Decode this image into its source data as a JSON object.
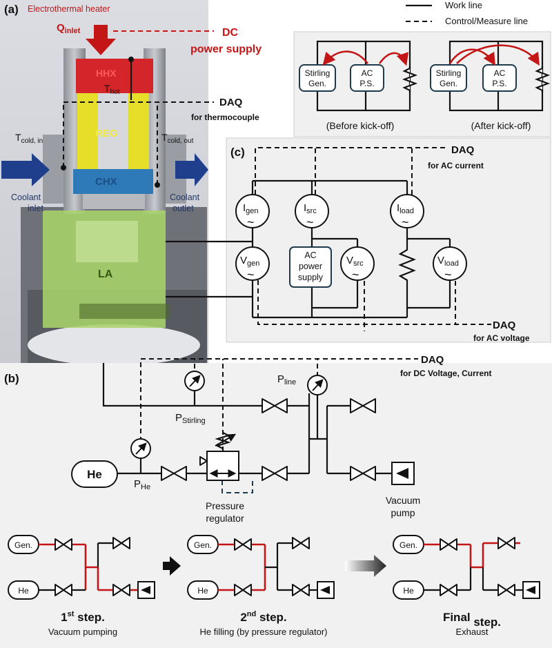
{
  "legend": {
    "work_line": "Work line",
    "control_line": "Control/Measure line"
  },
  "panel_a": {
    "label": "(a)",
    "heater": "Electrothermal heater",
    "q_inlet": "Q",
    "q_inlet_sub": "inlet",
    "dc_supply_line1": "DC",
    "dc_supply_line2": "power supply",
    "hhx": "HHX",
    "t_hot": "T",
    "t_hot_sub": "hot",
    "reg": "REG",
    "chx": "CHX",
    "la": "LA",
    "t_cold_in": "T",
    "t_cold_in_sub": "cold, in",
    "t_cold_out": "T",
    "t_cold_out_sub": "cold, out",
    "daq": "DAQ",
    "daq_sub": "for thermocouple",
    "coolant_inlet_1": "Coolant",
    "coolant_inlet_2": "inlet",
    "coolant_outlet_1": "Coolant",
    "coolant_outlet_2": "outlet"
  },
  "kickoff": {
    "stirling_1": "Stirling",
    "stirling_2": "Gen.",
    "ac_1": "AC",
    "ac_2": "P.S.",
    "before": "(Before kick-off)",
    "after": "(After kick-off)"
  },
  "panel_c": {
    "label": "(c)",
    "daq_current": "DAQ",
    "daq_current_sub": "for AC current",
    "daq_voltage": "DAQ",
    "daq_voltage_sub": "for AC voltage",
    "i_gen": "I",
    "i_gen_sub": "gen",
    "i_src": "I",
    "i_src_sub": "src",
    "i_load": "I",
    "i_load_sub": "load",
    "v_gen": "V",
    "v_gen_sub": "gen",
    "v_src": "V",
    "v_src_sub": "src",
    "v_load": "V",
    "v_load_sub": "load",
    "ac_supply_1": "AC",
    "ac_supply_2": "power",
    "ac_supply_3": "supply",
    "tilde": "~"
  },
  "panel_b": {
    "label": "(b)",
    "daq": "DAQ",
    "daq_sub": "for DC Voltage, Current",
    "p_line": "P",
    "p_line_sub": "line",
    "p_stirling": "P",
    "p_stirling_sub": "Stirling",
    "p_he": "P",
    "p_he_sub": "He",
    "he": "He",
    "regulator_1": "Pressure",
    "regulator_2": "regulator",
    "vacuum_1": "Vacuum",
    "vacuum_2": "pump"
  },
  "steps": [
    {
      "num": "1",
      "sup": "st",
      "title": " step.",
      "desc": "Vacuum pumping",
      "gen": "Gen.",
      "he": "He"
    },
    {
      "num": "2",
      "sup": "nd",
      "title": " step.",
      "desc": "He filling (by pressure regulator)",
      "gen": "Gen.",
      "he": "He"
    },
    {
      "num": "Final",
      "sup": "",
      "title": " step.",
      "desc": "Exhaust",
      "gen": "Gen.",
      "he": "He"
    }
  ]
}
